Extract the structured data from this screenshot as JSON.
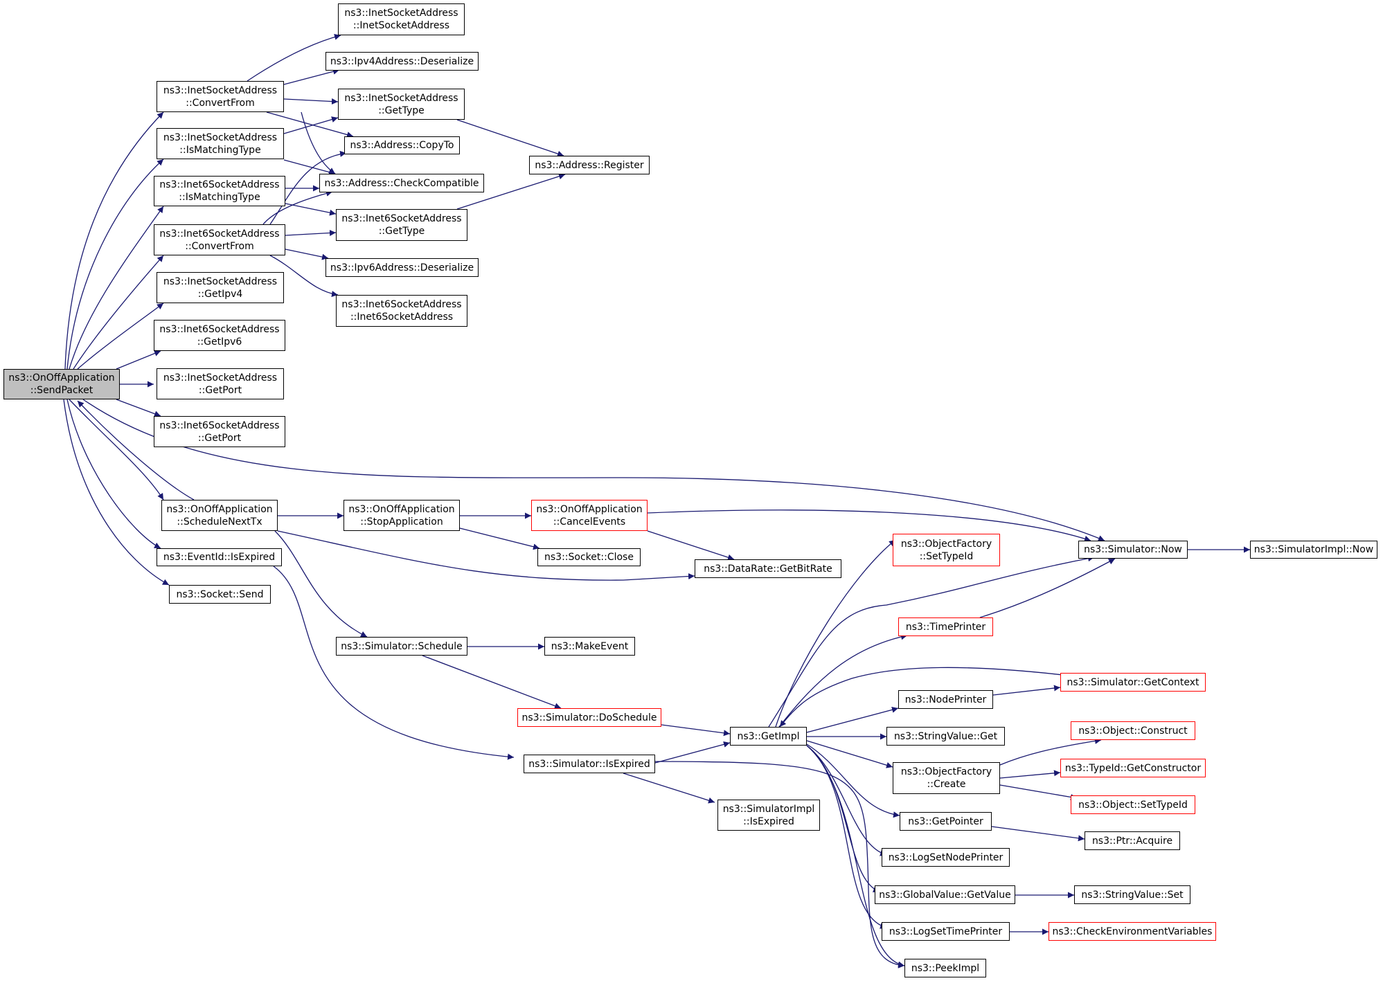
{
  "colors": {
    "edge": "#191970",
    "node_border": "#000000",
    "undocumented_border": "#ff0000",
    "root_fill": "#bfbfbf"
  },
  "nodes": {
    "onoff_sendpacket": [
      "ns3::OnOffApplication",
      "::SendPacket"
    ],
    "inet_ctor": [
      "ns3::InetSocketAddress",
      "::InetSocketAddress"
    ],
    "ipv4_deser": [
      "ns3::Ipv4Address::Deserialize"
    ],
    "inet_convertfrom": [
      "ns3::InetSocketAddress",
      "::ConvertFrom"
    ],
    "inet_gettype": [
      "ns3::InetSocketAddress",
      "::GetType"
    ],
    "inet_ismatching": [
      "ns3::InetSocketAddress",
      "::IsMatchingType"
    ],
    "addr_copyto": [
      "ns3::Address::CopyTo"
    ],
    "addr_register": [
      "ns3::Address::Register"
    ],
    "inet6_ismatching": [
      "ns3::Inet6SocketAddress",
      "::IsMatchingType"
    ],
    "addr_checkcompat": [
      "ns3::Address::CheckCompatible"
    ],
    "inet6_convertfrom": [
      "ns3::Inet6SocketAddress",
      "::ConvertFrom"
    ],
    "inet6_gettype": [
      "ns3::Inet6SocketAddress",
      "::GetType"
    ],
    "ipv6_deser": [
      "ns3::Ipv6Address::Deserialize"
    ],
    "inet_getipv4": [
      "ns3::InetSocketAddress",
      "::GetIpv4"
    ],
    "inet6_ctor": [
      "ns3::Inet6SocketAddress",
      "::Inet6SocketAddress"
    ],
    "inet6_getipv6": [
      "ns3::Inet6SocketAddress",
      "::GetIpv6"
    ],
    "inet_getport": [
      "ns3::InetSocketAddress",
      "::GetPort"
    ],
    "inet6_getport": [
      "ns3::Inet6SocketAddress",
      "::GetPort"
    ],
    "onoff_schednext": [
      "ns3::OnOffApplication",
      "::ScheduleNextTx"
    ],
    "onoff_stopapp": [
      "ns3::OnOffApplication",
      "::StopApplication"
    ],
    "onoff_cancel": [
      "ns3::OnOffApplication",
      "::CancelEvents"
    ],
    "sim_now": [
      "ns3::Simulator::Now"
    ],
    "simimpl_now": [
      "ns3::SimulatorImpl::Now"
    ],
    "socket_close": [
      "ns3::Socket::Close"
    ],
    "eventid_isexpired": [
      "ns3::EventId::IsExpired"
    ],
    "datarate_getbitrate": [
      "ns3::DataRate::GetBitRate"
    ],
    "objfactory_settypeid": [
      "ns3::ObjectFactory",
      "::SetTypeId"
    ],
    "socket_send": [
      "ns3::Socket::Send"
    ],
    "timeprinter": [
      "ns3::TimePrinter"
    ],
    "sim_schedule": [
      "ns3::Simulator::Schedule"
    ],
    "makeevent": [
      "ns3::MakeEvent"
    ],
    "sim_getcontext": [
      "ns3::Simulator::GetContext"
    ],
    "nodeprinter": [
      "ns3::NodePrinter"
    ],
    "sim_doschedule": [
      "ns3::Simulator::DoSchedule"
    ],
    "getimpl": [
      "ns3::GetImpl"
    ],
    "stringvalue_get": [
      "ns3::StringValue::Get"
    ],
    "object_construct": [
      "ns3::Object::Construct"
    ],
    "sim_isexpired": [
      "ns3::Simulator::IsExpired"
    ],
    "objfactory_create": [
      "ns3::ObjectFactory",
      "::Create"
    ],
    "typeid_getctor": [
      "ns3::TypeId::GetConstructor"
    ],
    "object_settypeid": [
      "ns3::Object::SetTypeId"
    ],
    "simimpl_isexpired": [
      "ns3::SimulatorImpl",
      "::IsExpired"
    ],
    "getpointer": [
      "ns3::GetPointer"
    ],
    "ptr_acquire": [
      "ns3::Ptr::Acquire"
    ],
    "logsetnodeprinter": [
      "ns3::LogSetNodePrinter"
    ],
    "globalvalue_getvalue": [
      "ns3::GlobalValue::GetValue"
    ],
    "stringvalue_set": [
      "ns3::StringValue::Set"
    ],
    "logsettimeprinter": [
      "ns3::LogSetTimePrinter"
    ],
    "checkenvvars": [
      "ns3::CheckEnvironmentVariables"
    ],
    "peekimpl": [
      "ns3::PeekImpl"
    ]
  }
}
